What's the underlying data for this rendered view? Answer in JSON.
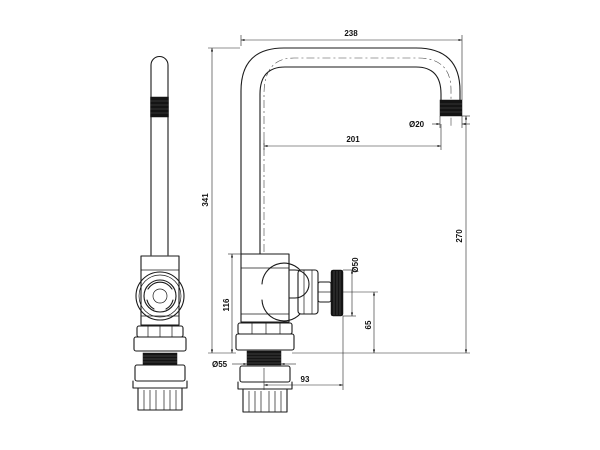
{
  "drawing": {
    "dimensions": {
      "overall_width": "238",
      "spout_reach": "201",
      "outlet_diameter": "Ø20",
      "overall_height": "341",
      "spout_height": "270",
      "body_height": "116",
      "handle_diameter": "Ø50",
      "handle_height": "65",
      "base_diameter": "Ø55",
      "handle_offset": "93"
    }
  }
}
